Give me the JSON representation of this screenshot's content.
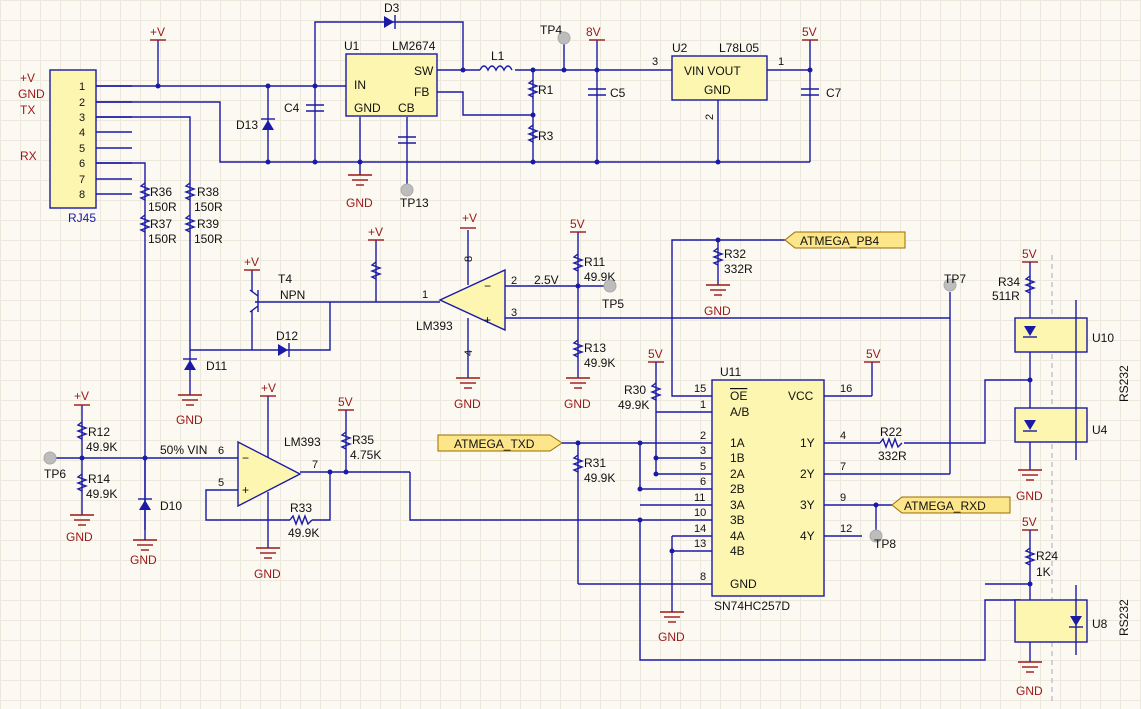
{
  "connector": {
    "ref": "RJ45",
    "pins": [
      "1",
      "2",
      "3",
      "4",
      "5",
      "6",
      "7",
      "8"
    ],
    "labels": {
      "vplus": "+V",
      "gnd": "GND",
      "tx": "TX",
      "rx": "RX"
    }
  },
  "power": {
    "v": "+V",
    "v8": "8V",
    "v5": "5V",
    "gnd": "GND"
  },
  "u1": {
    "ref": "U1",
    "part": "LM2674",
    "in": "IN",
    "gnd": "GND",
    "sw": "SW",
    "fb": "FB",
    "cb": "CB"
  },
  "u2": {
    "ref": "U2",
    "part": "L78L05",
    "vin_vout": "VIN  VOUT",
    "gnd": "GND",
    "pin1": "1",
    "pin2": "2",
    "pin3": "3"
  },
  "passives": {
    "d3": "D3",
    "d13": "D13",
    "c4": "C4",
    "c5": "C5",
    "c7": "C7",
    "l1": "L1",
    "r1": "R1",
    "r3": "R3",
    "r36": "R36",
    "r36v": "150R",
    "r37": "R37",
    "r37v": "150R",
    "r38": "R38",
    "r38v": "150R",
    "r39": "R39",
    "r39v": "150R",
    "r11": "R11",
    "r11v": "49.9K",
    "r13": "R13",
    "r13v": "49.9K",
    "r32": "R32",
    "r32v": "332R",
    "r12": "R12",
    "r12v": "49.9K",
    "r14": "R14",
    "r14v": "49.9K",
    "r35": "R35",
    "r35v": "4.75K",
    "r33": "R33",
    "r33v": "49.9K",
    "r30": "R30",
    "r30v": "49.9K",
    "r31": "R31",
    "r31v": "49.9K",
    "r22": "R22",
    "r22v": "332R",
    "r34": "R34",
    "r34v": "511R",
    "r24": "R24",
    "r24v": "1K",
    "d11": "D11",
    "d12": "D12",
    "d10": "D10",
    "t4": "T4",
    "t4t": "NPN"
  },
  "comparators": {
    "a": "LM393",
    "b": "LM393",
    "v25": "2.5V",
    "vin50": "50% VIN"
  },
  "testpoints": {
    "tp4": "TP4",
    "tp13": "TP13",
    "tp5": "TP5",
    "tp6": "TP6",
    "tp7": "TP7",
    "tp8": "TP8"
  },
  "u11": {
    "ref": "U11",
    "part": "SN74HC257D",
    "oe": "OE",
    "ab": "A/B",
    "vcc": "VCC",
    "gnd": "GND",
    "inputs": [
      "1A",
      "1B",
      "2A",
      "2B",
      "3A",
      "3B",
      "4A",
      "4B"
    ],
    "outputs": [
      "1Y",
      "2Y",
      "3Y",
      "4Y"
    ],
    "pins_left": [
      "15",
      "1",
      "2",
      "3",
      "5",
      "6",
      "11",
      "10",
      "14",
      "13",
      "8"
    ],
    "pins_right": [
      "16",
      "4",
      "7",
      "9",
      "12"
    ]
  },
  "ports": {
    "pb4": "ATMEGA_PB4",
    "txd": "ATMEGA_TXD",
    "rxd": "ATMEGA_RXD"
  },
  "opto": {
    "u10": "U10",
    "u4": "U4",
    "u8": "U8",
    "rs232a": "RS232",
    "rs232b": "RS232"
  }
}
